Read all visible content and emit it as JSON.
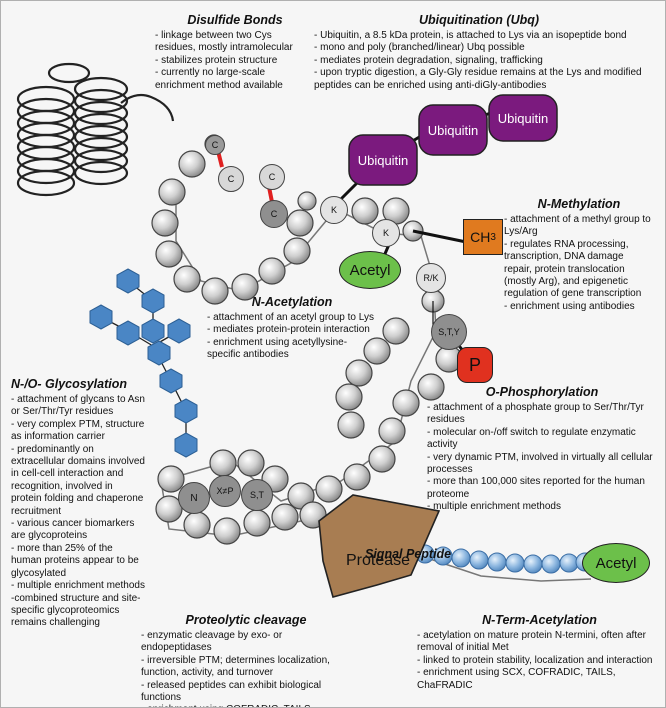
{
  "disulfide": {
    "title": "Disulfide Bonds",
    "items": [
      "- linkage between two Cys residues, mostly intramolecular",
      "- stabilizes protein structure",
      "- currently no large-scale enrichment method available"
    ]
  },
  "ubiquitination": {
    "title": "Ubiquitination (Ubq)",
    "items": [
      "- Ubiquitin, a 8.5 kDa protein, is attached to Lys via an isopeptide bond",
      "- mono and poly (branched/linear) Ubq possible",
      "- mediates protein degradation, signaling, trafficking",
      "- upon tryptic digestion, a Gly-Gly residue remains at the Lys and modified peptides can be enriched using anti-diGly-antibodies"
    ],
    "label": "Ubiquitin"
  },
  "n_methylation": {
    "title": "N-Methylation",
    "items": [
      "- attachment of a methyl group to Lys/Arg",
      "- regulates RNA processing, transcription, DNA damage repair, protein translocation (mostly Arg), and epigenetic regulation of gene transcription",
      "- enrichment using antibodies"
    ]
  },
  "n_acetylation": {
    "title": "N-Acetylation",
    "items": [
      "- attachment of an acetyl group to Lys",
      "- mediates protein-protein interaction",
      "- enrichment using acetyllysine-specific antibodies"
    ]
  },
  "glycosylation": {
    "title": "N-/O- Glycosylation",
    "items": [
      "- attachment of glycans to Asn or Ser/Thr/Tyr residues",
      "- very complex PTM,  structure as information carrier",
      "- predominantly on extracellular domains involved in cell-cell interaction and recognition, involved in protein folding and chaperone recruitment",
      "- various cancer biomarkers are glycoproteins",
      "- more than 25% of the human proteins appear to be glycosylated",
      "- multiple enrichment methods",
      "-combined structure and site-specific glycoproteomics remains challenging"
    ]
  },
  "phosphorylation": {
    "title": "O-Phosphorylation",
    "items": [
      "- attachment of a phosphate group  to Ser/Thr/Tyr residues",
      "- molecular on-/off switch to regulate enzymatic activity",
      "- very dynamic PTM, involved in virtually all cellular processes",
      "- more than 100,000 sites reported for the human proteome",
      "- multiple enrichment methods"
    ]
  },
  "signal_peptide": {
    "title": "Signal Peptide"
  },
  "proteolytic": {
    "title": "Proteolytic cleavage",
    "items": [
      "- enzymatic cleavage by exo- or endopeptidases",
      "- irreversible PTM; determines localization, function, activity, and turnover",
      "- released peptides can exhibit biological functions",
      "- enrichment using COFRADIC, TAILS, ChaFRADIC"
    ]
  },
  "n_term": {
    "title": "N-Term-Acetylation",
    "items": [
      "- acetylation on mature protein N-termini, often after removal of initial Met",
      "- linked to protein stability, localization and interaction",
      "- enrichment using SCX, COFRADIC, TAILS, ChaFRADIC"
    ]
  },
  "residues": {
    "cys": "C",
    "lys": "K",
    "rk": "R/K",
    "sty": "S,T,Y",
    "asn": "N",
    "xp": "X≠P",
    "st": "S,T"
  },
  "groups": {
    "methyl": "CH",
    "methyl_sub": "3",
    "phosphate": "P",
    "acetyl": "Acetyl",
    "protease": "Protease"
  },
  "colors": {
    "ubiquitin": "#7b1a7e",
    "acetyl": "#6cc04a",
    "methyl": "#e07a1f",
    "phosphate": "#e0311f",
    "glycan": "#4a86c5",
    "protease": "#a87d52",
    "disulfide": "#e02020",
    "residue": "#c8c8c8"
  }
}
